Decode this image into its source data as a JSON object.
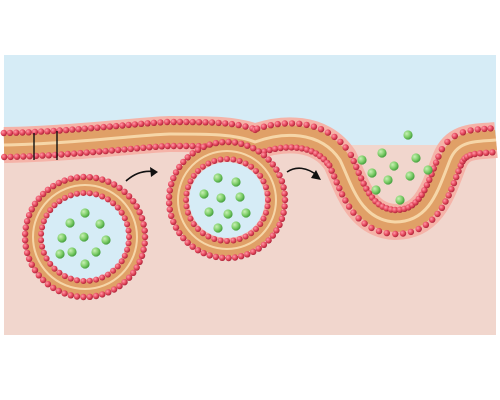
{
  "diagram": {
    "type": "exocytosis-illustration",
    "regions": [
      "extracellular-space",
      "cytoplasm"
    ],
    "structures": [
      "plasma-membrane",
      "secretory-vesicle",
      "fusing-vesicle",
      "opened-vesicle",
      "cargo-molecules"
    ],
    "colors": {
      "extracellular": "#d6ecf6",
      "cytoplasm": "#f1d6cd",
      "lipid_head": "#e64a5f",
      "lipid_head_dark": "#b4263b",
      "lipid_tail": "#e0a067",
      "membrane_core": "#f0c49a",
      "cargo": "#7fcf6a",
      "arrow": "#111111"
    },
    "arrows": 2,
    "cargo_counts": {
      "free_vesicle": 10,
      "fusing_vesicle": 10,
      "released": 11
    }
  }
}
